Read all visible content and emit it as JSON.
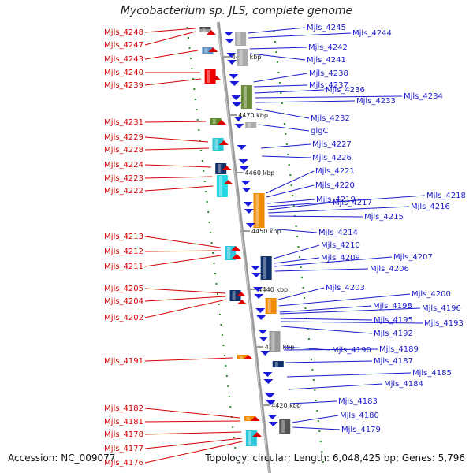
{
  "title": "Mycobacterium sp. JLS, complete genome",
  "footer": {
    "accession": "Accession: NC_009077",
    "topology": "Topology: circular; Length: 6,048,425 bp; Genes: 5,796"
  },
  "colors": {
    "left_label": "#d40000",
    "right_label": "#1a1acc",
    "backbone": "#999999",
    "tick": "#2a8a2a"
  },
  "scale_marks": [
    "4480 kbp",
    "4470 kbp",
    "4460 kbp",
    "4450 kbp",
    "4440 kbp",
    "4430 kbp",
    "4420 kbp"
  ],
  "left_labels": [
    "Mjls_4248",
    "Mjls_4247",
    "Mjls_4243",
    "Mjls_4240",
    "Mjls_4239",
    "Mjls_4231",
    "Mjls_4229",
    "Mjls_4228",
    "Mjls_4224",
    "Mjls_4223",
    "Mjls_4222",
    "Mjls_4213",
    "Mjls_4212",
    "Mjls_4211",
    "Mjls_4205",
    "Mjls_4204",
    "Mjls_4202",
    "Mjls_4191",
    "Mjls_4182",
    "Mjls_4181",
    "Mjls_4178",
    "Mjls_4177",
    "Mjls_4176"
  ],
  "right_labels": [
    "Mjls_4245",
    "Mjls_4244",
    "Mjls_4242",
    "Mjls_4241",
    "Mjls_4238",
    "Mjls_4237",
    "Mjls_4236",
    "Mjls_4234",
    "Mjls_4233",
    "Mjls_4232",
    "glgC",
    "Mjls_4227",
    "Mjls_4226",
    "Mjls_4221",
    "Mjls_4220",
    "Mjls_4219",
    "Mjls_4218",
    "Mjls_4217",
    "Mjls_4216",
    "Mjls_4215",
    "Mjls_4214",
    "Mjls_4210",
    "Mjls_4209",
    "Mjls_4207",
    "Mjls_4206",
    "Mjls_4203",
    "Mjls_4200",
    "Mjls_4198",
    "Mjls_4196",
    "Mjls_4195",
    "Mjls_4193",
    "Mjls_4192",
    "Mjls_4190",
    "Mjls_4189",
    "Mjls_4187",
    "Mjls_4185",
    "Mjls_4184",
    "Mjls_4183",
    "Mjls_4180",
    "Mjls_4179"
  ]
}
